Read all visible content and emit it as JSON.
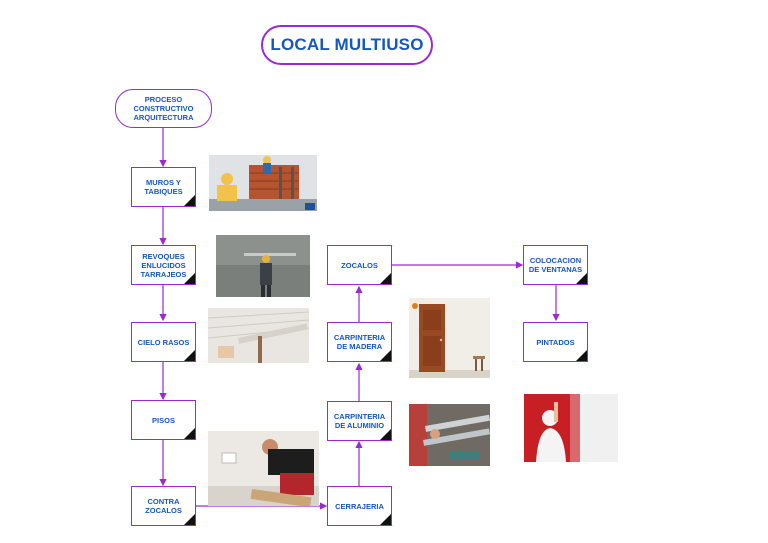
{
  "title": "LOCAL MULTIUSO",
  "nodes": {
    "proceso": "PROCESO\nCONSTRUCTIVO\nARQUITECTURA",
    "muros": "MUROS Y\nTABIQUES",
    "revoques": "REVOQUES\nENLUCIDOS\nTARRAJEOS",
    "cielo": "CIELO RASOS",
    "pisos": "PISOS",
    "contra": "CONTRA\nZOCALOS",
    "cerrajeria": "CERRAJERIA",
    "aluminio": "CARPINTERIA\nDE ALUMINIO",
    "madera": "CARPINTERIA\nDE MADERA",
    "zocalos": "ZOCALOS",
    "ventanas": "COLOCACION\nDE VENTANAS",
    "pintados": "PINTADOS"
  },
  "colors": {
    "accent": "#9b2bd1",
    "text": "#1557c0"
  }
}
